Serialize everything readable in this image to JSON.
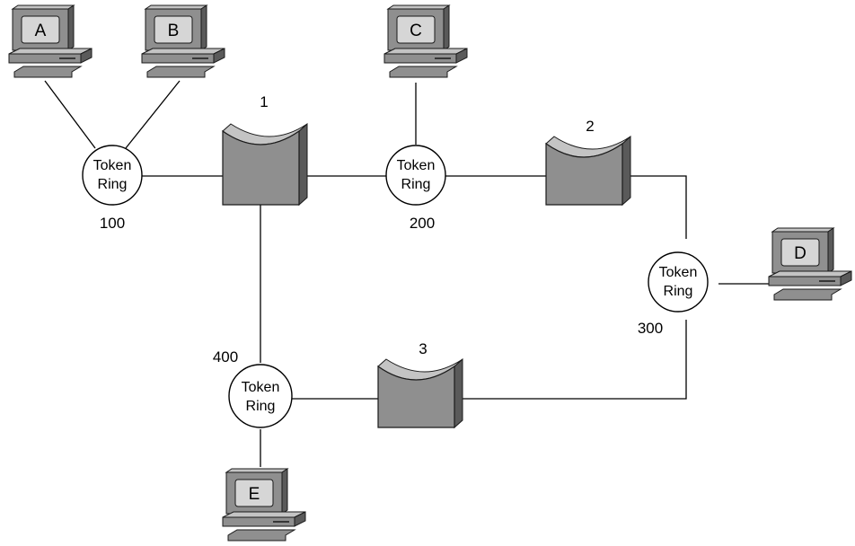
{
  "colors": {
    "device_gray": "#8f8f8f",
    "device_dark": "#5a5a5a",
    "device_light": "#c4c4c4",
    "screen": "#d6d6d6",
    "outline": "#1a1a1a",
    "ring_fill": "#ffffff"
  },
  "rings": [
    {
      "id": "r100",
      "line1": "Token",
      "line2": "Ring",
      "number": "100"
    },
    {
      "id": "r200",
      "line1": "Token",
      "line2": "Ring",
      "number": "200"
    },
    {
      "id": "r300",
      "line1": "Token",
      "line2": "Ring",
      "number": "300"
    },
    {
      "id": "r400",
      "line1": "Token",
      "line2": "Ring",
      "number": "400"
    }
  ],
  "bridges": [
    {
      "id": "b1",
      "label": "1"
    },
    {
      "id": "b2",
      "label": "2"
    },
    {
      "id": "b3",
      "label": "3"
    }
  ],
  "computers": [
    {
      "id": "A",
      "label": "A"
    },
    {
      "id": "B",
      "label": "B"
    },
    {
      "id": "C",
      "label": "C"
    },
    {
      "id": "D",
      "label": "D"
    },
    {
      "id": "E",
      "label": "E"
    }
  ]
}
